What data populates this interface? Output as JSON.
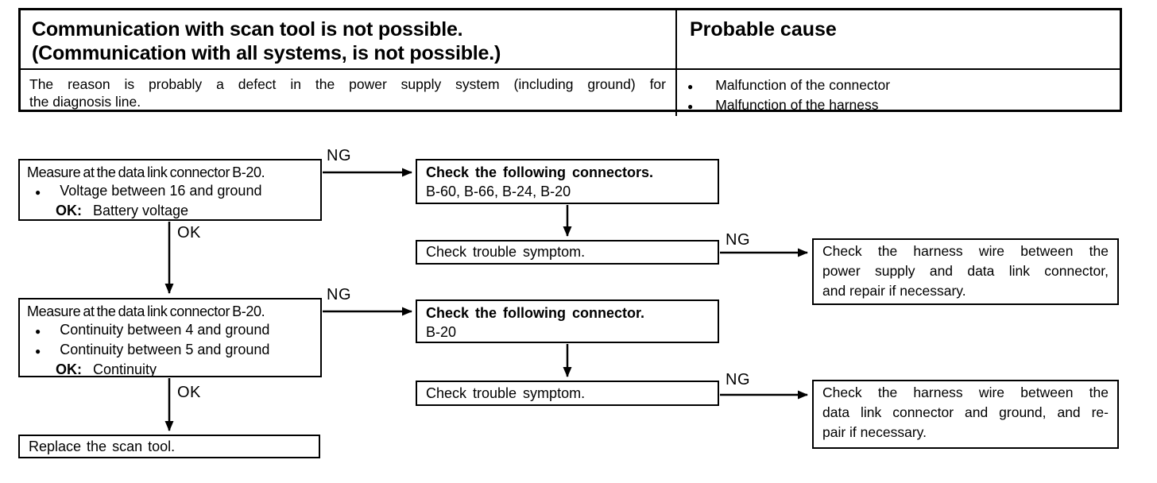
{
  "header_table": {
    "title_lines": [
      "Communication with scan tool is not possible.",
      "(Communication with all systems, is not possible.)"
    ],
    "probable_cause_label": "Probable cause",
    "reason_lines": [
      "The reason is probably a defect in the power supply system (including ground) for",
      "the diagnosis line."
    ],
    "causes": [
      "Malfunction of the connector",
      "Malfunction of the harness"
    ]
  },
  "flowchart": {
    "step1": {
      "title": "Measure at the data link connector B-20.",
      "bullets": [
        "Voltage between 16 and ground"
      ],
      "ok_label": "OK:",
      "ok_text": "Battery voltage"
    },
    "check_connectors": {
      "title": "Check the following connectors.",
      "detail": "B-60, B-66, B-24, B-20"
    },
    "symptom1": "Check trouble symptom.",
    "harness_power": {
      "lines": [
        "Check the harness wire between the",
        "power supply and data link connector,",
        "and repair if necessary."
      ]
    },
    "step2": {
      "title": "Measure at the data link connector B-20.",
      "bullets": [
        "Continuity between 4 and ground",
        "Continuity between 5 and ground"
      ],
      "ok_label": "OK:",
      "ok_text": "Continuity"
    },
    "check_connector": {
      "title": "Check the following connector.",
      "detail": "B-20"
    },
    "symptom2": "Check trouble symptom.",
    "harness_ground": {
      "lines": [
        "Check the harness wire between the",
        "data link connector and ground, and re-",
        "pair if necessary."
      ]
    },
    "replace": "Replace the scan tool.",
    "labels": {
      "ng1": "NG",
      "ok1": "OK",
      "ng2": "NG",
      "ng3": "NG",
      "ok2": "OK",
      "ng4": "NG"
    }
  }
}
